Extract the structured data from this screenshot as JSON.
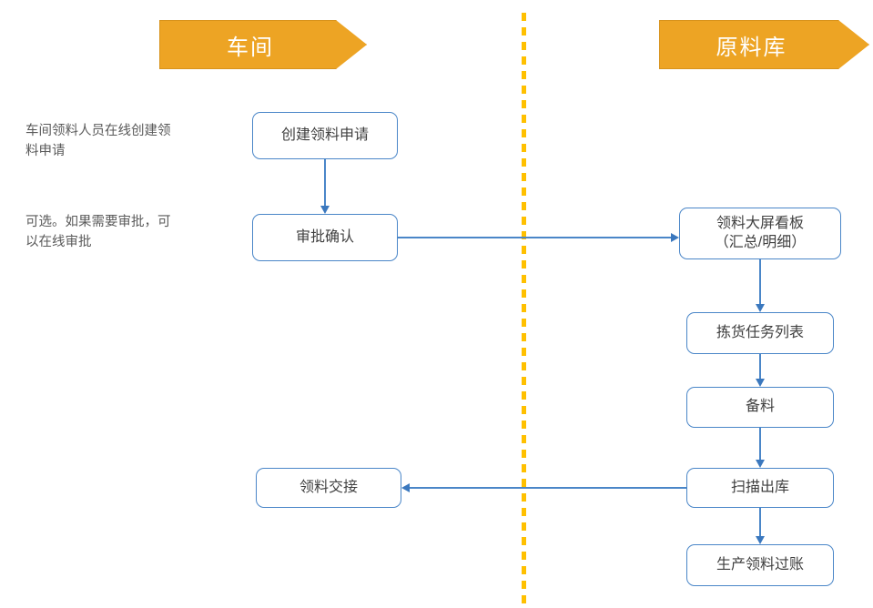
{
  "diagram": {
    "title_present": false,
    "colors": {
      "lane_fill": "#eda424",
      "lane_border": "#d8931c",
      "lane_text": "#ffffff",
      "divider": "#ffc000",
      "node_border": "#4a86c8",
      "node_fill": "#ffffff",
      "node_text": "#3f3f3f",
      "connector": "#4a86c8",
      "note_text": "#5a5a5a",
      "background": "#ffffff"
    },
    "lanes": [
      {
        "id": "lane-workshop",
        "label": "车间"
      },
      {
        "id": "lane-material-warehouse",
        "label": "原料库"
      }
    ],
    "divider": {
      "style": "dashed-vertical"
    },
    "notes": [
      {
        "id": "note-create",
        "text": "车间领料人员在线创建领\n料申请"
      },
      {
        "id": "note-approval",
        "text": "可选。如果需要审批，可\n以在线审批"
      }
    ],
    "nodes": [
      {
        "id": "node-create-request",
        "label": "创建领料申请",
        "lane": "车间"
      },
      {
        "id": "node-approval-confirm",
        "label": "审批确认",
        "lane": "车间"
      },
      {
        "id": "node-handover",
        "label": "领料交接",
        "lane": "车间"
      },
      {
        "id": "node-dashboard",
        "label": "领料大屏看板\n（汇总/明细）",
        "lane": "原料库"
      },
      {
        "id": "node-picking-list",
        "label": "拣货任务列表",
        "lane": "原料库"
      },
      {
        "id": "node-prepare",
        "label": "备料",
        "lane": "原料库"
      },
      {
        "id": "node-scan-out",
        "label": "扫描出库",
        "lane": "原料库"
      },
      {
        "id": "node-posting",
        "label": "生产领料过账",
        "lane": "原料库"
      }
    ],
    "edges": [
      {
        "id": "edge-create-to-approval",
        "from": "创建领料申请",
        "to": "审批确认",
        "direction": "down"
      },
      {
        "id": "edge-approval-to-dashboard",
        "from": "审批确认",
        "to": "领料大屏看板（汇总/明细）",
        "direction": "right"
      },
      {
        "id": "edge-dashboard-to-picking",
        "from": "领料大屏看板（汇总/明细）",
        "to": "拣货任务列表",
        "direction": "down"
      },
      {
        "id": "edge-picking-to-prepare",
        "from": "拣货任务列表",
        "to": "备料",
        "direction": "down"
      },
      {
        "id": "edge-prepare-to-scan",
        "from": "备料",
        "to": "扫描出库",
        "direction": "down"
      },
      {
        "id": "edge-scan-to-posting",
        "from": "扫描出库",
        "to": "生产领料过账",
        "direction": "down"
      },
      {
        "id": "edge-scan-to-handover",
        "from": "扫描出库",
        "to": "领料交接",
        "direction": "left"
      }
    ]
  }
}
